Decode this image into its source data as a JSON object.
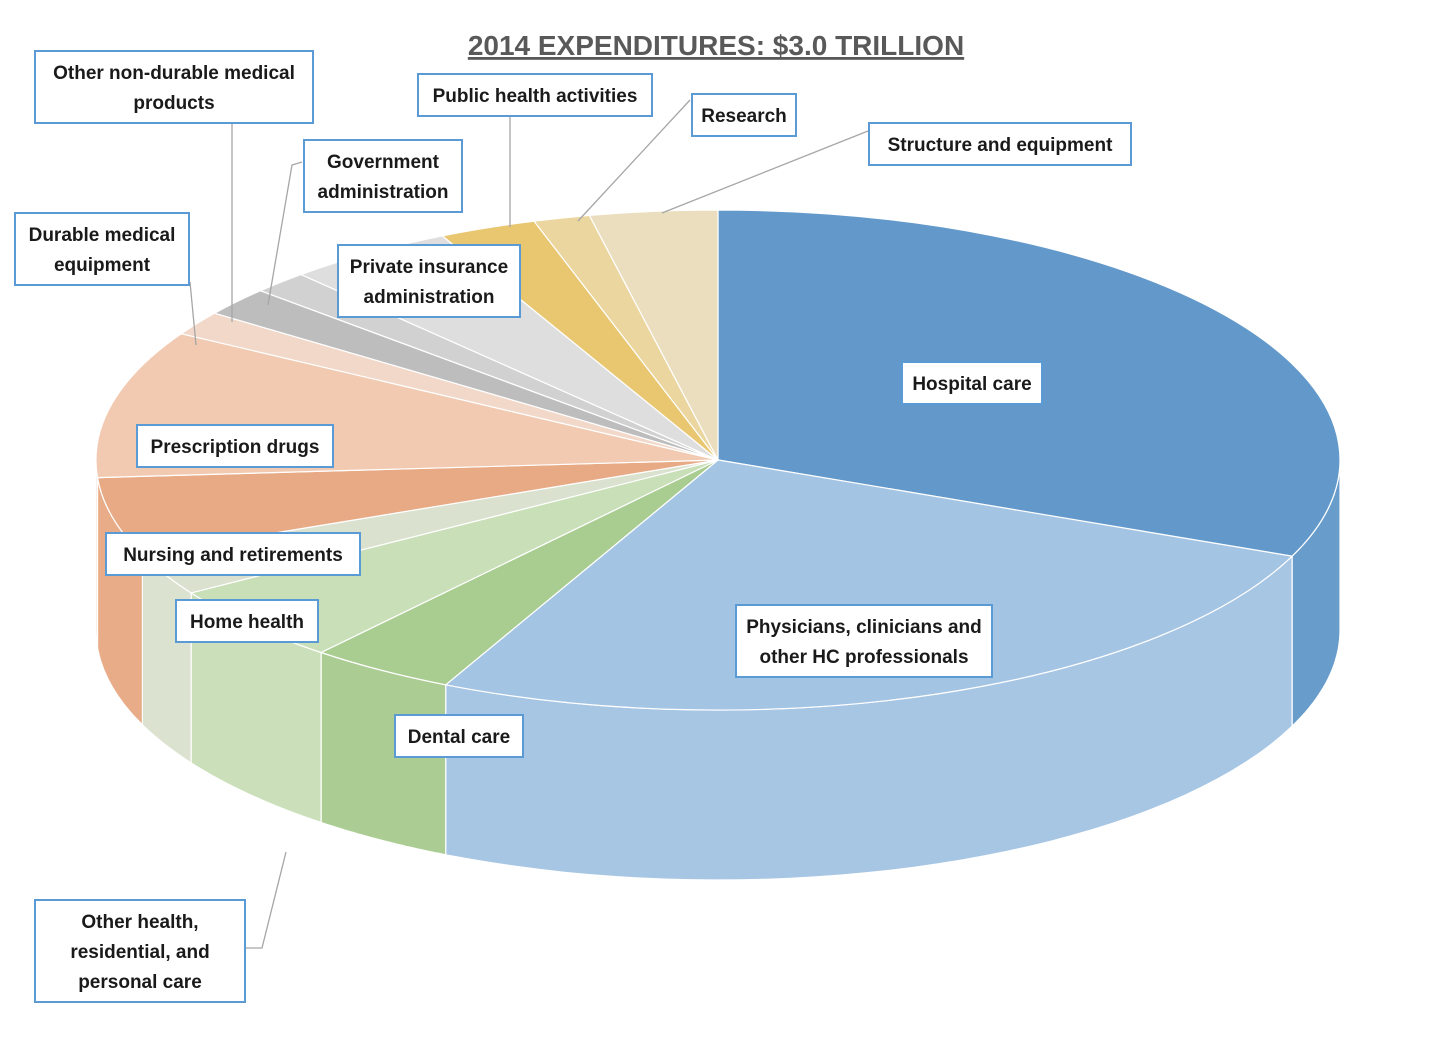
{
  "chart_data": {
    "type": "pie",
    "style": "3d-exploded-perspective",
    "title": "2014 EXPENDITURES: $3.0 TRILLION",
    "legend": "none",
    "slices": [
      {
        "label": "Hospital care",
        "value": 32.1,
        "color": "#5b93c7"
      },
      {
        "label": "Physicians, clinicians and other HC professionals",
        "value": 26.6,
        "color": "#9fc1e2"
      },
      {
        "label": "Dental care",
        "value": 3.9,
        "color": "#a4c98a"
      },
      {
        "label": "Other health, residential, and personal care",
        "value": 5.2,
        "color": "#c6ddb4"
      },
      {
        "label": "Home health",
        "value": 2.8,
        "color": "#d9dfcc"
      },
      {
        "label": "Nursing and retirements",
        "value": 5.2,
        "color": "#e6a57e"
      },
      {
        "label": "Prescription drugs",
        "value": 9.8,
        "color": "#f0c7ad"
      },
      {
        "label": "Durable medical equipment",
        "value": 1.6,
        "color": "#f1d6c6"
      },
      {
        "label": "Other non-durable medical products",
        "value": 1.9,
        "color": "#b9b9b9"
      },
      {
        "label": "Government administration",
        "value": 1.5,
        "color": "#cfcfcf"
      },
      {
        "label": "Private insurance administration",
        "value": 4.5,
        "color": "#dcdcdc"
      },
      {
        "label": "Public health activities",
        "value": 2.6,
        "color": "#e8c469"
      },
      {
        "label": "Research",
        "value": 1.5,
        "color": "#ebd49a"
      },
      {
        "label": "Structure and equipment",
        "value": 3.4,
        "color": "#eadcbb"
      }
    ]
  }
}
